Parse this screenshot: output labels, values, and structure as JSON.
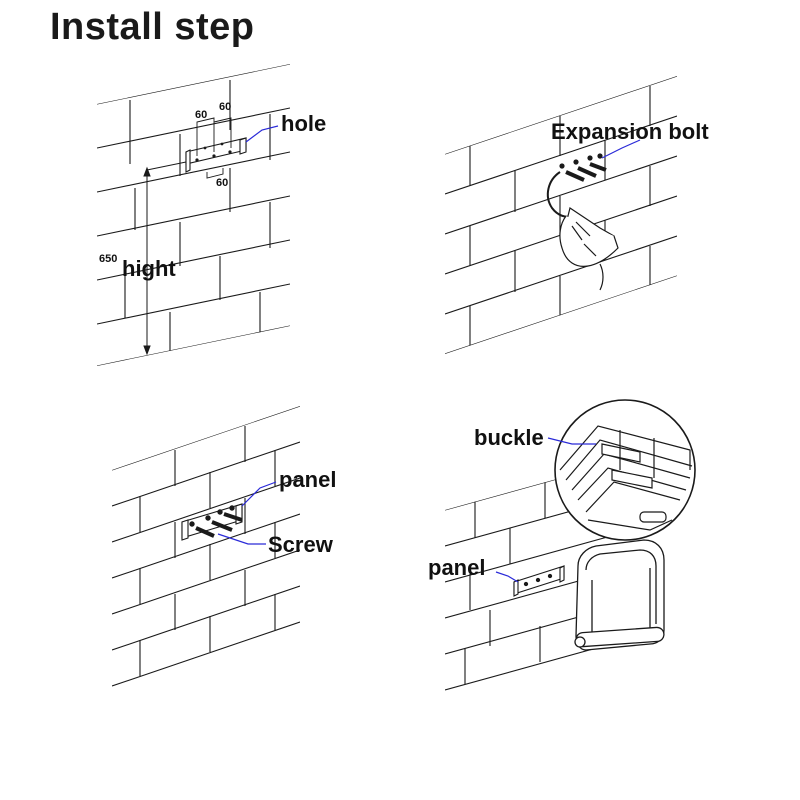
{
  "title": "Install step",
  "steps": [
    {
      "id": "step1",
      "labels": {
        "hole": "hole",
        "dim_a": "60",
        "dim_b": "60",
        "dim_c": "60",
        "height_value": "650",
        "height_label": "hight"
      }
    },
    {
      "id": "step2",
      "labels": {
        "bolt": "Expansion bolt"
      }
    },
    {
      "id": "step3",
      "labels": {
        "panel": "panel",
        "screw": "Screw"
      }
    },
    {
      "id": "step4",
      "labels": {
        "buckle": "buckle",
        "panel": "panel"
      }
    }
  ],
  "colors": {
    "line": "#1a1a1a",
    "leader": "#2a2ad8"
  }
}
